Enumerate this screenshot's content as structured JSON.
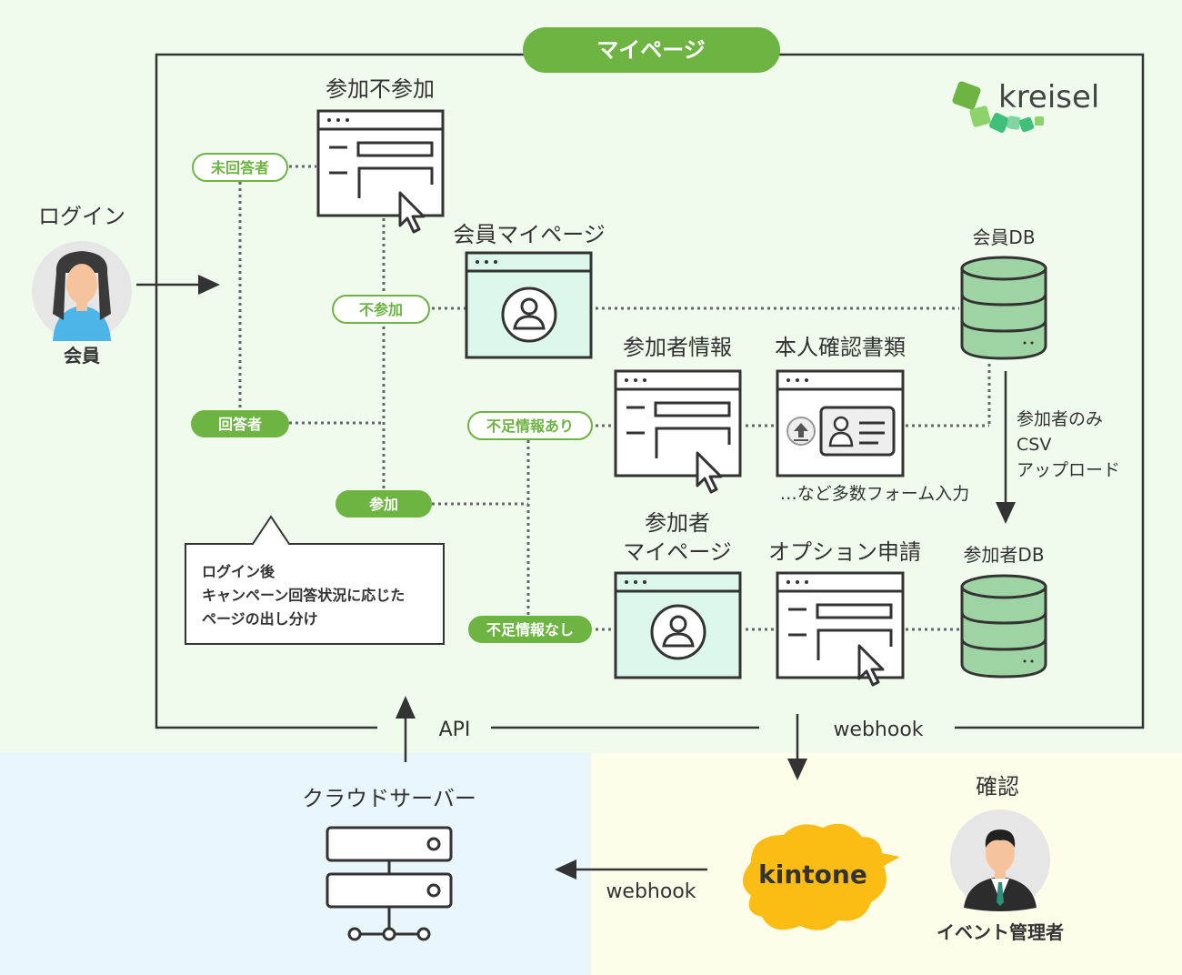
{
  "colors": {
    "green": "#6db443",
    "dark": "#333333",
    "mint": "#dcf7ec",
    "db_fill": "#9ed4a3",
    "bg_top": "#f0fbee",
    "bg_cloud": "#e9f6fc",
    "bg_kintone": "#fdfdea",
    "kintone_yellow": "#fbbd14"
  },
  "header": {
    "title": "マイページ"
  },
  "brand": {
    "logo_text": "kreisel"
  },
  "login": {
    "title": "ログイン",
    "role": "会員"
  },
  "screens": {
    "attendance": "参加不参加",
    "member_mypage": "会員マイページ",
    "participant_info": "参加者情報",
    "id_docs": "本人確認書類",
    "participant_mypage_l1": "参加者",
    "participant_mypage_l2": "マイページ",
    "option_request": "オプション申請"
  },
  "tags": {
    "unanswered": "未回答者",
    "not_attending": "不参加",
    "answered": "回答者",
    "attending": "参加",
    "info_missing": "不足情報あり",
    "info_complete": "不足情報なし"
  },
  "databases": {
    "member_db": "会員DB",
    "participant_db": "参加者DB"
  },
  "upload_note": [
    "参加者のみ",
    "CSV",
    "アップロード"
  ],
  "forms_note": "…など多数フォーム入力",
  "callout": [
    "ログイン後",
    "キャンペーン回答状況に応じた",
    "ページの出し分け"
  ],
  "connections": {
    "api": "API",
    "webhook_out": "webhook",
    "webhook_back": "webhook"
  },
  "cloud": {
    "title": "クラウドサーバー"
  },
  "kintone": {
    "logo": "kintone"
  },
  "admin": {
    "title": "確認",
    "role": "イベント管理者"
  },
  "icons": [
    "browser-window-icon",
    "cursor-icon",
    "user-icon",
    "database-icon",
    "upload-icon",
    "id-card-icon",
    "server-icon",
    "kintone-cloud-icon",
    "member-avatar",
    "admin-avatar"
  ]
}
